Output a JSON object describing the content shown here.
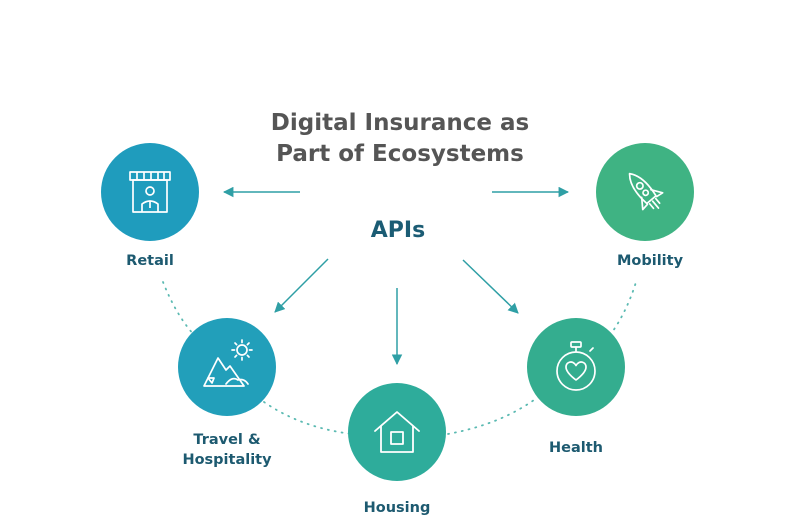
{
  "title": {
    "line1": "Digital Insurance as",
    "line2": "Part of Ecosystems"
  },
  "center": {
    "label": "APIs"
  },
  "nodes": {
    "retail": {
      "label": "Retail",
      "icon": "storefront-icon",
      "color": "#1f9cbd"
    },
    "mobility": {
      "label": "Mobility",
      "icon": "rocket-icon",
      "color": "#3fb383"
    },
    "travel": {
      "line1": "Travel &",
      "line2": "Hospitality",
      "icon": "mountain-sun-icon",
      "color": "#229fba"
    },
    "housing": {
      "label": "Housing",
      "icon": "house-icon",
      "color": "#2eac9b"
    },
    "health": {
      "label": "Health",
      "icon": "stopwatch-heart-icon",
      "color": "#34ad8f"
    }
  },
  "colors": {
    "arrow": "#2f9fa5",
    "dots": "#5bbab2"
  }
}
